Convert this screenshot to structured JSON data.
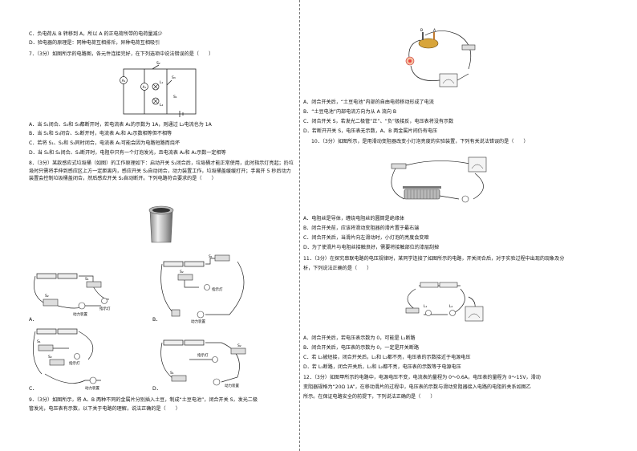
{
  "left": {
    "lines_top": [
      "C．负电荷从 B 转移到 A，所以 A 的正电荷所带的电荷量减少",
      "D．验电器的原理是：同种电荷互相排斥，异种电荷互相吸引",
      "7．（3分）如图所示的电路图，各元件连接完好，在下列选项中说法错误的是（　　）"
    ],
    "q7_options": [
      "A．当 S₁闭合、S₂和 S₃都断开时，若电流表 A₁的示数为 1A，则通过 L₂电流也为 1A",
      "B．当 S₁和 S₃闭合、S₂断开时，电流表 A₁和 A₂示数相等但不相等",
      "C．若将 S₁、S₂和 S₃同时闭合，电流表 A₁可能会因为电路短路而烧坏",
      "D．当 S₁和 S₂闭合、S₃断开时，电阻中只有一个灯泡发光，且电流表 A₂和 A₁示数一定相等"
    ],
    "q8_stem": "8．（3分）某款感应式垃圾桶（如图）的工作原理如下：启动开关 S₁闭合后，垃圾桶才能正常使用，此时指示灯亮起；扔垃圾时只需将手伸到感应区上方一定距离内，感应开关 S₂自动闭合，动力装置工作，垃圾桶盖缓缓打开；手离开 5 秒后动力装置会控制垃圾桶盖闭合，然后感应开关 S₂自动断开。下列电路符合要求的是（　　）",
    "diagram_labels": {
      "motor": "动力装置",
      "indicator": "指示灯",
      "s1": "S₁",
      "s2": "S₂"
    },
    "option_letters": [
      "A．",
      "B．",
      "C．",
      "D．"
    ],
    "q9_lines": [
      "9．（3分）如图所示，将 A、B 两种不同的金属片分别插入土豆，制成“土豆电池”，闭合开关 S，发光二极",
      "管发光，电压表有示数，以下关于电路的理解，说法正确的是（　　）"
    ],
    "q7_labels": {
      "a1": "A₁",
      "a2": "A₂",
      "s1": "S₁",
      "s2": "S₂",
      "s3": "S₃",
      "l1": "L₁",
      "l2": "L₂"
    }
  },
  "right": {
    "q9_options": [
      "A．闭合开关后，“土豆电池”内部的自由电荷移动形成了电流",
      "B．“土豆电池”内部电流方向为从 A 流向 B",
      "C．闭合开关 S，若发光二极管“正”、“负”极接反，电压表将没有示数",
      "D．若断开开关 S，电压表无示数，A、B 两金属片间仍有电压"
    ],
    "q10_stem": "10．（3分）如图所示，是用滑动变阻器改变小灯泡亮度的实验装置，下列有关说法错误的是（　　）",
    "q10_options": [
      "A．电阻丝是导体，缠绕电阻丝的圆筒是绝缘体",
      "B．闭合开关前，应该将滑动变阻器的滑片置于最右端",
      "C．闭合开关后，当滑片向左滑动时，小灯泡的亮度会变暗",
      "D．为了使滑片与电阻丝接触良好，需要将接触部位的漆层刮掉"
    ],
    "q11_lines": [
      "11．（3分）在探究串联电路的电压规律时，某同学连接了如图所示的电路，开关闭合后，对于实验过程中出现的现象及分",
      "析，下列说法正确的是（　　）"
    ],
    "q11_options": [
      "A．闭合开关后，若电压表示数为 0，可能是 L₁断路",
      "B．闭合开关后，电压表的示数为 0，一定是开关断路",
      "C．若 L₁被短接，闭合开关后，L₁和 L₂都不亮，电压表的示数接近于电源电压",
      "D．若 L₁断路，闭合开关后，L₁和 L₂都不亮，电压表的示数等于电源电压"
    ],
    "q12_lines": [
      "12．（3分）如图甲所示的电路中，电源电压不变，电流表的量程为 0～0.6A，电压表的量程为 0～15V，滑动",
      "变阻器规格为“20Ω 1A”，在移动滑片的过程中，电压表的示数与滑动变阻器接入电路的电阻的关系如图乙",
      "所示。在保证电路安全的前提下，下列说法正确的是（　　）"
    ],
    "q9_labels": {
      "a": "A",
      "b": "B"
    },
    "q11_labels": {
      "l1": "L₁",
      "l2": "L₂"
    }
  }
}
